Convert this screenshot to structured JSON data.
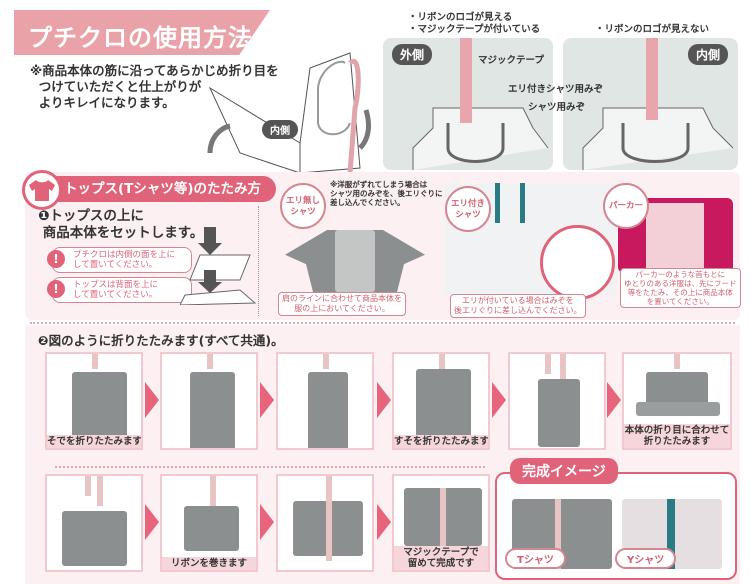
{
  "title": "プチクロの使用方法",
  "intro_note": "※商品本体の筋に沿ってあらかじめ折り目を\n  つけていただくと仕上がりが\n  よりキレイになります。",
  "diagram": {
    "inner_label": "内側",
    "outer_panel": {
      "label": "外側",
      "notes": "・リボンのロゴが見える\n・マジックテープが付いている",
      "velcro": "マジックテープ",
      "collar_groove": "エリ付きシャツ用みぞ",
      "shirt_groove": "シャツ用みぞ"
    },
    "inner_panel": {
      "label": "内側",
      "notes": "・リボンのロゴが見えない"
    }
  },
  "tops_section": {
    "header": "トップス(Tシャツ等)のたたみ方",
    "step1": "❶トップスの上に\n 商品本体をセットします。",
    "warnings": [
      "プチクロは内側の面を上に\nして置いてください。",
      "トップスは背面を上に\nして置いてください。"
    ],
    "cases": [
      {
        "label": "エリ無し\nシャツ",
        "note": "※洋服がずれてしまう場合は\nシャツ用のみぞを、後エリぐりに\n差し込んでください。",
        "caption": "肩のラインに合わせて商品本体を\n服の上においてください。"
      },
      {
        "label": "エリ付き\nシャツ",
        "caption": "エリが付いている場合はみぞを\n後エリぐりに差し込んでください。"
      },
      {
        "label": "パーカー",
        "caption": "パーカーのような首もとに\nゆとりのある洋服は、先にフード\n等をたたみ、その上に商品本体\nを置いてください。"
      }
    ]
  },
  "step2": {
    "heading": "❷図のように折りたたみます(すべて共通)。",
    "row1_captions": [
      "そでを折りたたみます",
      "",
      "",
      "すそを折りたたみます",
      "",
      "本体の折り目に合わせて\n折りたたみます"
    ],
    "row2_captions": [
      "",
      "リボンを巻きます",
      "",
      "マジックテープで\n留めて完成です"
    ]
  },
  "completion": {
    "title": "完成イメージ",
    "items": [
      "Tシャツ",
      "Yシャツ"
    ]
  },
  "colors": {
    "accent": "#e0637a",
    "banner": "#e9a3a8",
    "panel_bg": "#fcf0f2"
  }
}
